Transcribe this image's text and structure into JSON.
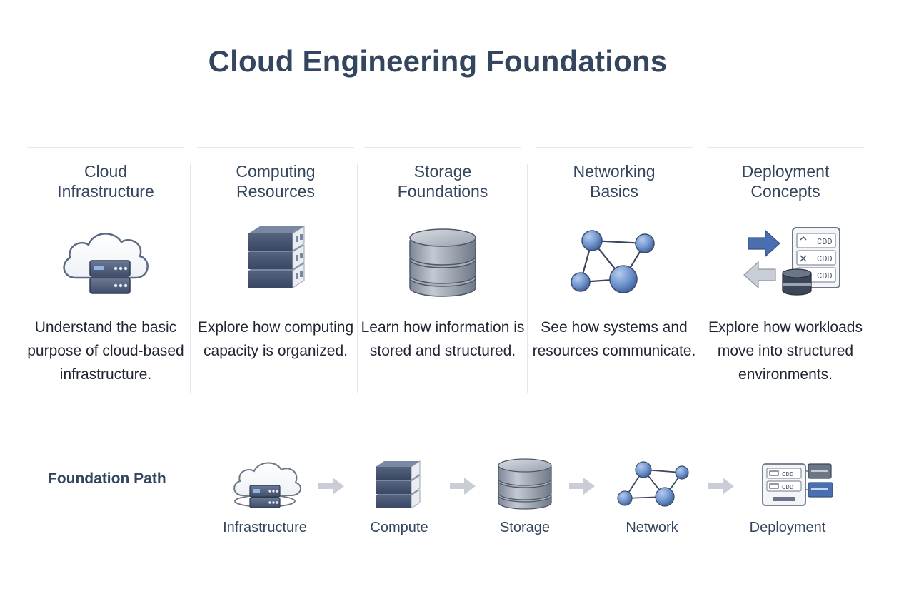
{
  "title": "Cloud Engineering Foundations",
  "columns": [
    {
      "heading": "Cloud Infrastructure",
      "icon": "cloud-server-icon",
      "description": "Understand the basic purpose of cloud-based infrastructure."
    },
    {
      "heading": "Computing Resources",
      "icon": "server-stack-icon",
      "description": "Explore how computing capacity is organized."
    },
    {
      "heading": "Storage Foundations",
      "icon": "database-icon",
      "description": "Learn how information is stored and structured."
    },
    {
      "heading": "Networking Basics",
      "icon": "network-nodes-icon",
      "description": "See how systems and resources communicate."
    },
    {
      "heading": "Deployment Concepts",
      "icon": "deployment-icon",
      "description": "Explore how workloads move into structured environments."
    }
  ],
  "path": {
    "label": "Foundation Path",
    "steps": [
      {
        "label": "Infrastructure",
        "icon": "cloud-server-icon"
      },
      {
        "label": "Compute",
        "icon": "server-stack-icon"
      },
      {
        "label": "Storage",
        "icon": "database-icon"
      },
      {
        "label": "Network",
        "icon": "network-nodes-icon"
      },
      {
        "label": "Deployment",
        "icon": "deployment-icon"
      }
    ]
  },
  "colors": {
    "heading": "#34465e",
    "slate": "#4a5a78",
    "node_blue": "#6d8fc8",
    "arrow_blue": "#4a6fb0",
    "arrow_gray": "#c9ced6"
  }
}
